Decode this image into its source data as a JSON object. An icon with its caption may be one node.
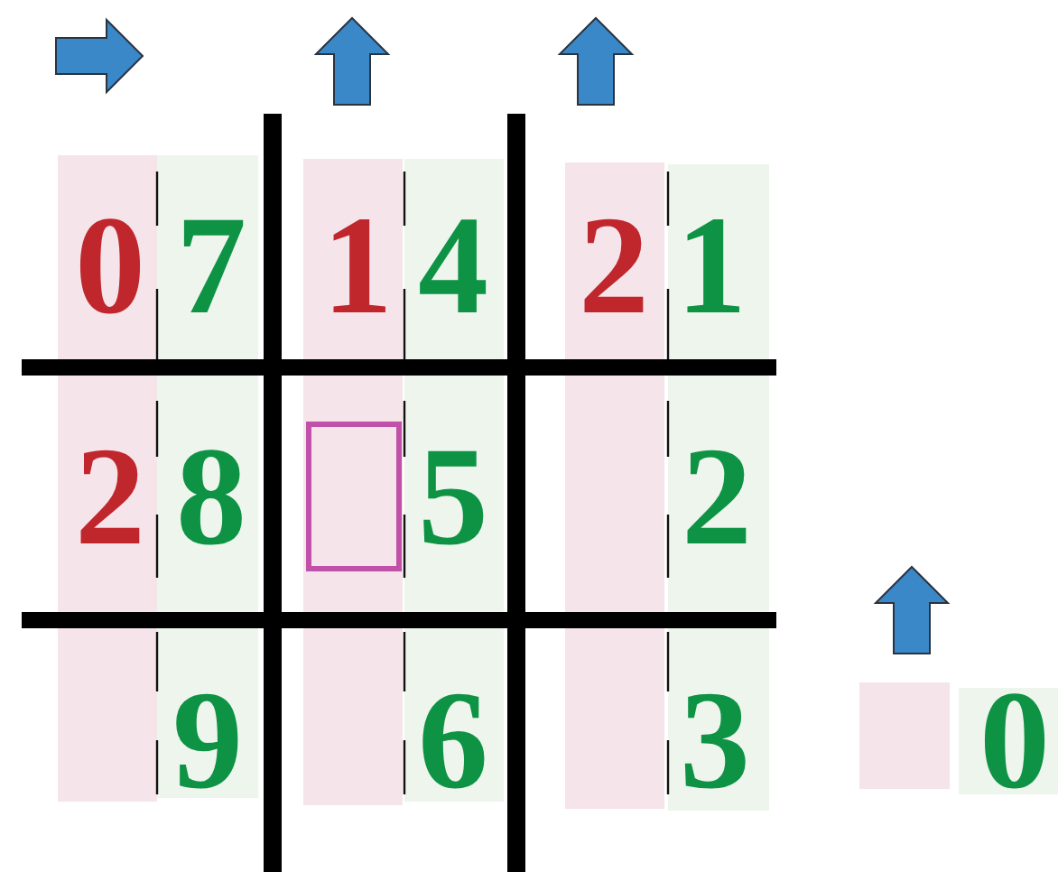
{
  "diagram": {
    "labels": [
      "0",
      "7",
      "1",
      "4",
      "2",
      "1",
      "2",
      "8",
      "5",
      "2",
      "9",
      "6",
      "3",
      "0"
    ]
  }
}
